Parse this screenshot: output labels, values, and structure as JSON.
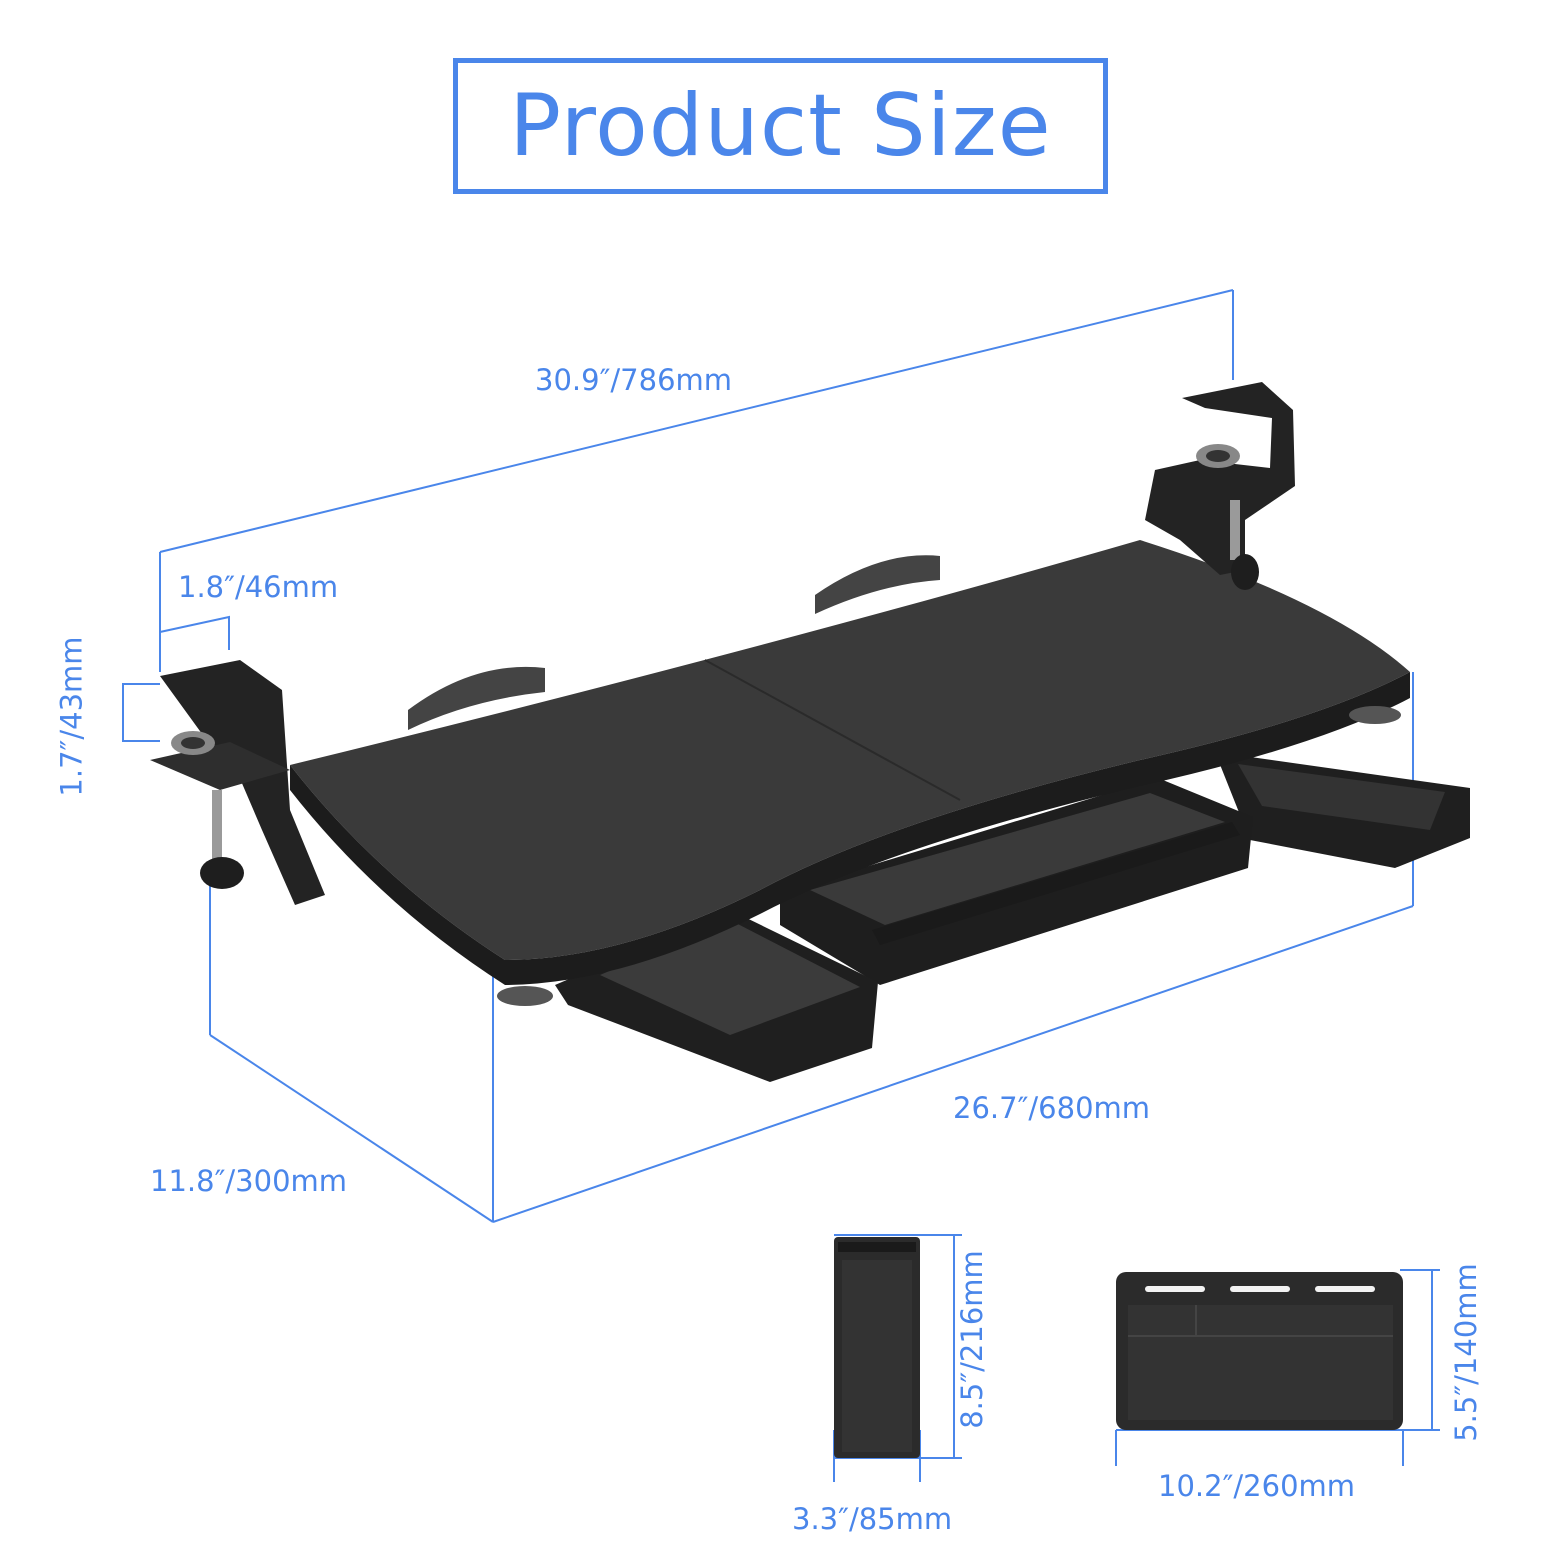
{
  "title": "Product Size",
  "accent_color": "#4a86ea",
  "product_color": "#2a2a2a",
  "dimensions": {
    "total_length": "30.9″/786mm",
    "clamp_width": "1.8″/46mm",
    "clamp_height": "1.7″/43mm",
    "tray_length": "26.7″/680mm",
    "tray_depth": "11.8″/300mm",
    "side_drawer_length": "8.5″/216mm",
    "side_drawer_width": "3.3″/85mm",
    "center_drawer_width": "10.2″/260mm",
    "center_drawer_depth": "5.5″/140mm"
  }
}
